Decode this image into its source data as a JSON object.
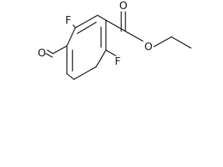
{
  "molecule": {
    "atoms": {
      "f_top": "F",
      "f_bottom": "F",
      "o_aldehyde": "O",
      "o_carbonyl": "O",
      "o_ester": "O"
    },
    "colors": {
      "bond": "#1a1a1a",
      "label": "#1a1a1a",
      "background": "#ffffff"
    }
  }
}
